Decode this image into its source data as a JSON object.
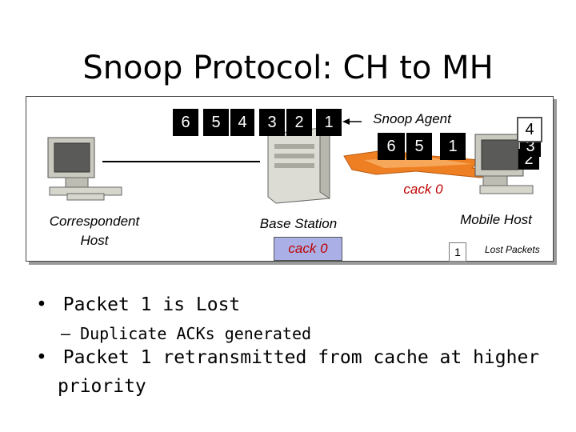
{
  "title": "Snoop Protocol: CH to MH",
  "ch_queue": [
    "6",
    "5",
    "4",
    "3",
    "2",
    "1"
  ],
  "snoop_agent_label": "Snoop Agent",
  "wireless_packets": [
    "6",
    "5",
    "1"
  ],
  "wireless_ack": "cack 0",
  "mh_received": [
    "4",
    "3",
    "2"
  ],
  "correspondent_host_label": "Correspondent\nHost",
  "base_station_label": "Base Station",
  "base_station_ack": "cack 0",
  "mobile_host_label": "Mobile Host",
  "legend": {
    "lost_symbol": "1",
    "lost_label": "Lost Packets"
  },
  "bullets": [
    "Packet 1 is Lost",
    "– Duplicate ACKs generated",
    "Packet 1 retransmitted from cache at higher",
    "priority"
  ],
  "bullet_symbol": "•",
  "colors": {
    "cack_text": "#c00000",
    "wireless_fill": "#ee7f22",
    "bs_ack_bg": "#aab0e6"
  }
}
